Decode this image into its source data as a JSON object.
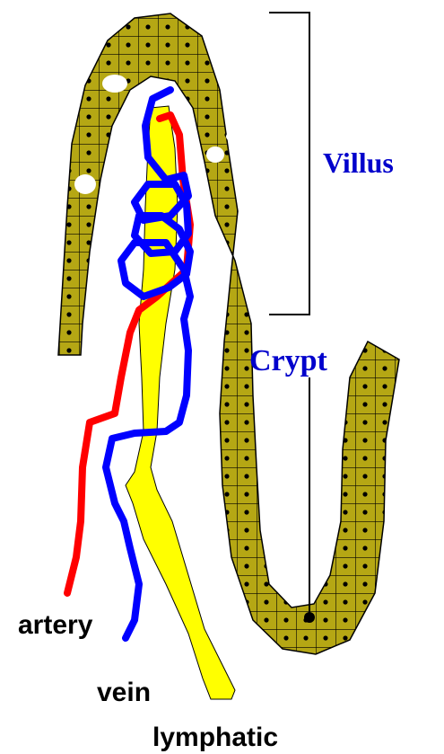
{
  "diagram": {
    "labels": {
      "villus": "Villus",
      "crypt": "Crypt",
      "artery": "artery",
      "vein": "vein",
      "lymphatic": "lymphatic"
    },
    "colors": {
      "epithelium": "#b5a714",
      "epithelium_outline": "#000000",
      "artery": "#ff0000",
      "vein": "#0000ff",
      "lymphatic": "#ffff00",
      "label_blue": "#0000cc",
      "label_black": "#000000"
    }
  }
}
